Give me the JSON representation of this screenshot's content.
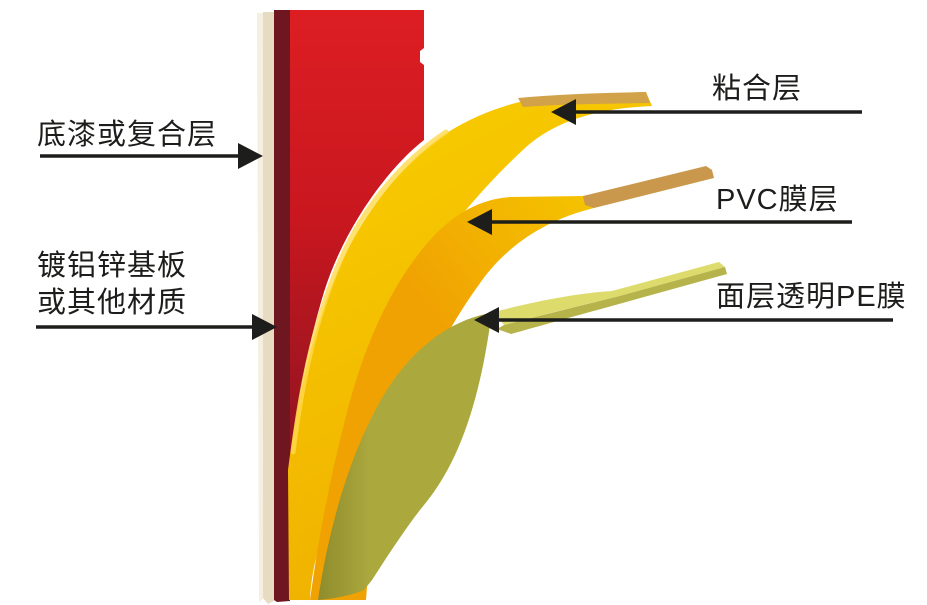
{
  "labels": {
    "primer": {
      "text": "底漆或复合层"
    },
    "substrate": {
      "line1": "镀铝锌基板",
      "line2": "或其他材质"
    },
    "adhesive": {
      "text": "粘合层"
    },
    "pvc_film": {
      "text": "PVC膜层"
    },
    "pe_film": {
      "text": "面层透明PE膜"
    }
  },
  "colors": {
    "background": "#FFFFFF",
    "label_text": "#1D1D1B",
    "arrow": "#1D1D1B",
    "panel_cream_highlight": "#F5EFE2",
    "panel_cream": "#E7DBC2",
    "panel_maroon": "#6E1721",
    "panel_red_top": "#DC1E23",
    "panel_red_mid": "#C9171F",
    "panel_red_deep": "#8C1420",
    "adhesive_yellow_light": "#F8CD00",
    "adhesive_yellow_deep": "#EFAE00",
    "adhesive_edge_highlight": "#FFD94F",
    "adhesive_tip_tan": "#D2A24A",
    "pvc_yellow": "#F5C400",
    "pvc_orange": "#F0A202",
    "pvc_tip_tan": "#C9984C",
    "pe_green_light": "#ABA83E",
    "pe_green_dark": "#8F8C2C",
    "pe_flake_top": "#DCDB6B",
    "pe_flake_edge": "#B5B34A"
  }
}
